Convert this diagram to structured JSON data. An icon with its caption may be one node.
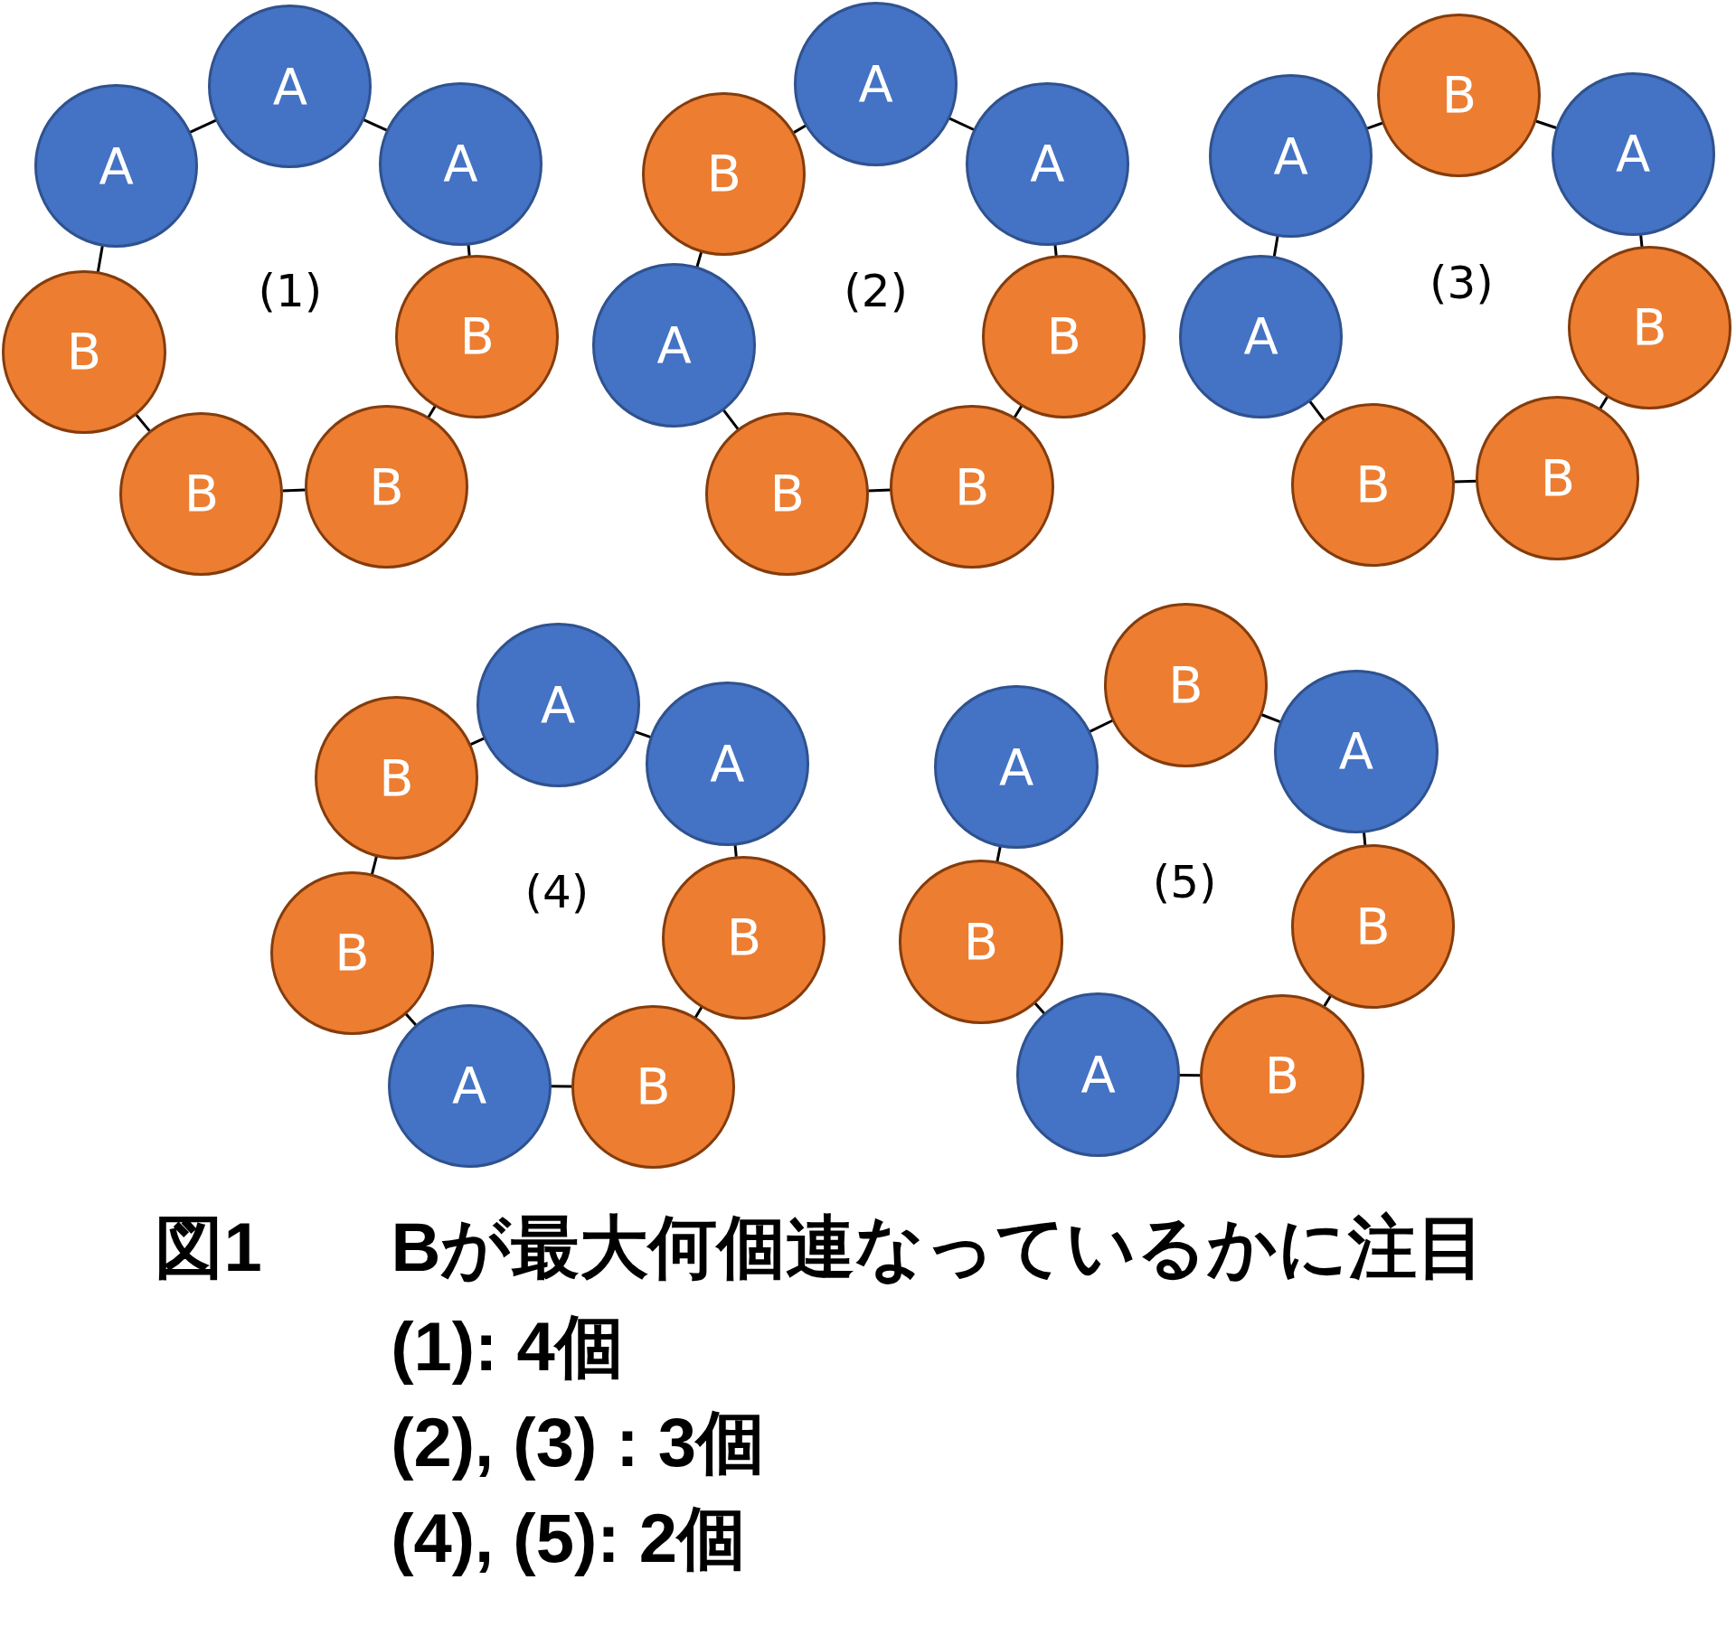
{
  "diagram": {
    "nodes": [
      {
        "text": [
          "A"
        ]
      },
      {
        "text": [
          "A"
        ]
      },
      {
        "text": [
          "B"
        ]
      },
      {
        "text": [
          "B"
        ]
      },
      {
        "text": [
          "B"
        ]
      },
      {
        "text": [
          "B"
        ]
      },
      {
        "text": [
          "A"
        ]
      },
      {
        "text": [
          "A"
        ]
      },
      {
        "text": [
          "A"
        ]
      },
      {
        "text": [
          "B"
        ]
      },
      {
        "text": [
          "B"
        ]
      },
      {
        "text": [
          "B"
        ]
      },
      {
        "text": [
          "A"
        ]
      },
      {
        "text": [
          "B"
        ]
      },
      {
        "text": [
          "B"
        ]
      },
      {
        "text": [
          "A"
        ]
      },
      {
        "text": [
          "B"
        ]
      },
      {
        "text": [
          "B"
        ]
      },
      {
        "text": [
          "B"
        ]
      },
      {
        "text": [
          "A"
        ]
      },
      {
        "text": [
          "A"
        ]
      },
      {
        "text": [
          "A"
        ]
      },
      {
        "text": [
          "A"
        ]
      },
      {
        "text": [
          "B"
        ]
      },
      {
        "text": [
          "B"
        ]
      },
      {
        "text": [
          "A"
        ]
      },
      {
        "text": [
          "B"
        ]
      },
      {
        "text": [
          "B"
        ]
      },
      {
        "text": [
          "B"
        ]
      },
      {
        "text": [
          "A"
        ]
      },
      {
        "text": [
          "B"
        ]
      },
      {
        "text": [
          "B"
        ]
      },
      {
        "text": [
          "A"
        ]
      },
      {
        "text": [
          "B"
        ]
      },
      {
        "text": [
          "A"
        ]
      }
    ],
    "edges": [
      {
        "from": 0,
        "to": 1,
        "arrow": "none"
      },
      {
        "from": 1,
        "to": 2,
        "arrow": "none"
      },
      {
        "from": 2,
        "to": 3,
        "arrow": "none"
      },
      {
        "from": 3,
        "to": 4,
        "arrow": "none"
      },
      {
        "from": 4,
        "to": 5,
        "arrow": "none"
      },
      {
        "from": 5,
        "to": 6,
        "arrow": "none"
      },
      {
        "from": 6,
        "to": 0,
        "arrow": "none"
      },
      {
        "from": 7,
        "to": 8,
        "arrow": "none"
      },
      {
        "from": 8,
        "to": 9,
        "arrow": "none"
      },
      {
        "from": 9,
        "to": 10,
        "arrow": "none"
      },
      {
        "from": 10,
        "to": 11,
        "arrow": "none"
      },
      {
        "from": 11,
        "to": 12,
        "arrow": "none"
      },
      {
        "from": 12,
        "to": 13,
        "arrow": "none"
      },
      {
        "from": 13,
        "to": 7,
        "arrow": "none"
      },
      {
        "from": 14,
        "to": 15,
        "arrow": "none"
      },
      {
        "from": 15,
        "to": 16,
        "arrow": "none"
      },
      {
        "from": 16,
        "to": 17,
        "arrow": "none"
      },
      {
        "from": 17,
        "to": 18,
        "arrow": "none"
      },
      {
        "from": 18,
        "to": 19,
        "arrow": "none"
      },
      {
        "from": 19,
        "to": 20,
        "arrow": "none"
      },
      {
        "from": 20,
        "to": 14,
        "arrow": "none"
      },
      {
        "from": 21,
        "to": 22,
        "arrow": "none"
      },
      {
        "from": 22,
        "to": 23,
        "arrow": "none"
      },
      {
        "from": 23,
        "to": 24,
        "arrow": "none"
      },
      {
        "from": 24,
        "to": 25,
        "arrow": "none"
      },
      {
        "from": 25,
        "to": 26,
        "arrow": "none"
      },
      {
        "from": 26,
        "to": 27,
        "arrow": "none"
      },
      {
        "from": 27,
        "to": 21,
        "arrow": "none"
      },
      {
        "from": 28,
        "to": 29,
        "arrow": "none"
      },
      {
        "from": 29,
        "to": 30,
        "arrow": "none"
      },
      {
        "from": 30,
        "to": 31,
        "arrow": "none"
      },
      {
        "from": 31,
        "to": 32,
        "arrow": "none"
      },
      {
        "from": 32,
        "to": 33,
        "arrow": "none"
      },
      {
        "from": 33,
        "to": 34,
        "arrow": "none"
      },
      {
        "from": 34,
        "to": 28,
        "arrow": "none"
      }
    ],
    "caption": "図1 Bが最大何個連なっているかに注目",
    "labels": [
      "(1)",
      "(2)",
      "(3)",
      "(4)",
      "(5)",
      "(1): 4個",
      "(2), (3) : 3個",
      "(4), (5): 2個"
    ]
  }
}
